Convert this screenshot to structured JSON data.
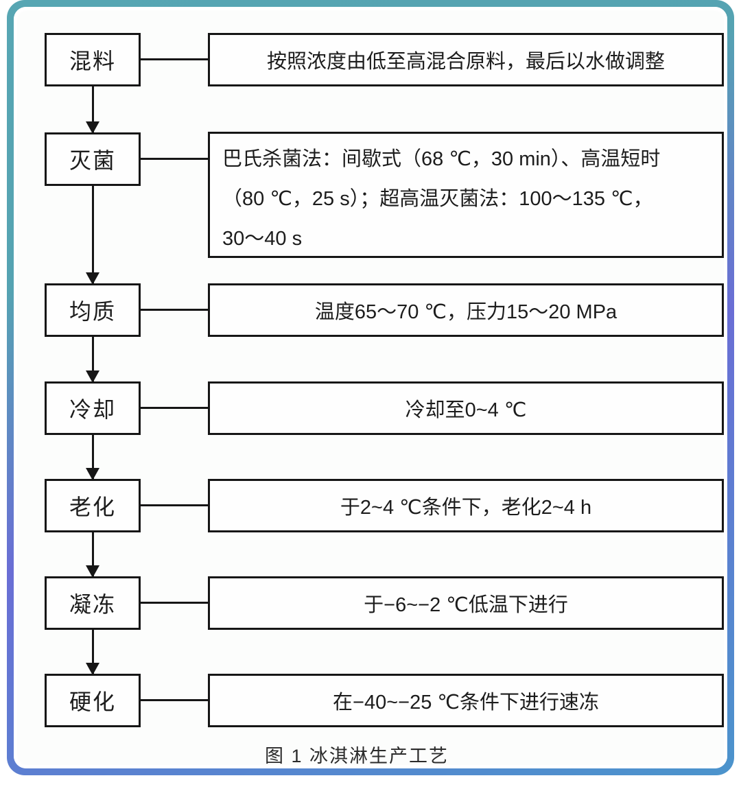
{
  "figure": {
    "caption": "图 1 冰淇淋生产工艺",
    "type": "flowchart"
  },
  "colors": {
    "frame_teal": "#57a6b3",
    "frame_purple": "#6a6ed5",
    "frame_blue": "#4b94cc",
    "box_border": "#161616",
    "board_background": "#fcfdfc"
  },
  "flowchart": {
    "steps": [
      {
        "label": "混料",
        "lines": [
          "按照浓度由低至高混合原料，最后以水做调整"
        ]
      },
      {
        "label": "灭菌",
        "lines": [
          "巴氏杀菌法：间歇式（68 ℃，30 min）、高温短时",
          "（80 ℃，25 s）；超高温灭菌法：100～135 ℃，",
          "30～40 s"
        ]
      },
      {
        "label": "均质",
        "lines": [
          "温度65～70 ℃，压力15～20 MPa"
        ]
      },
      {
        "label": "冷却",
        "lines": [
          "冷却至0~4 ℃"
        ]
      },
      {
        "label": "老化",
        "lines": [
          "于2~4 ℃条件下，老化2~4 h"
        ]
      },
      {
        "label": "凝冻",
        "lines": [
          "于−6~−2 ℃低温下进行"
        ]
      },
      {
        "label": "硬化",
        "lines": [
          "在−40~−25 ℃条件下进行速冻"
        ]
      }
    ]
  }
}
